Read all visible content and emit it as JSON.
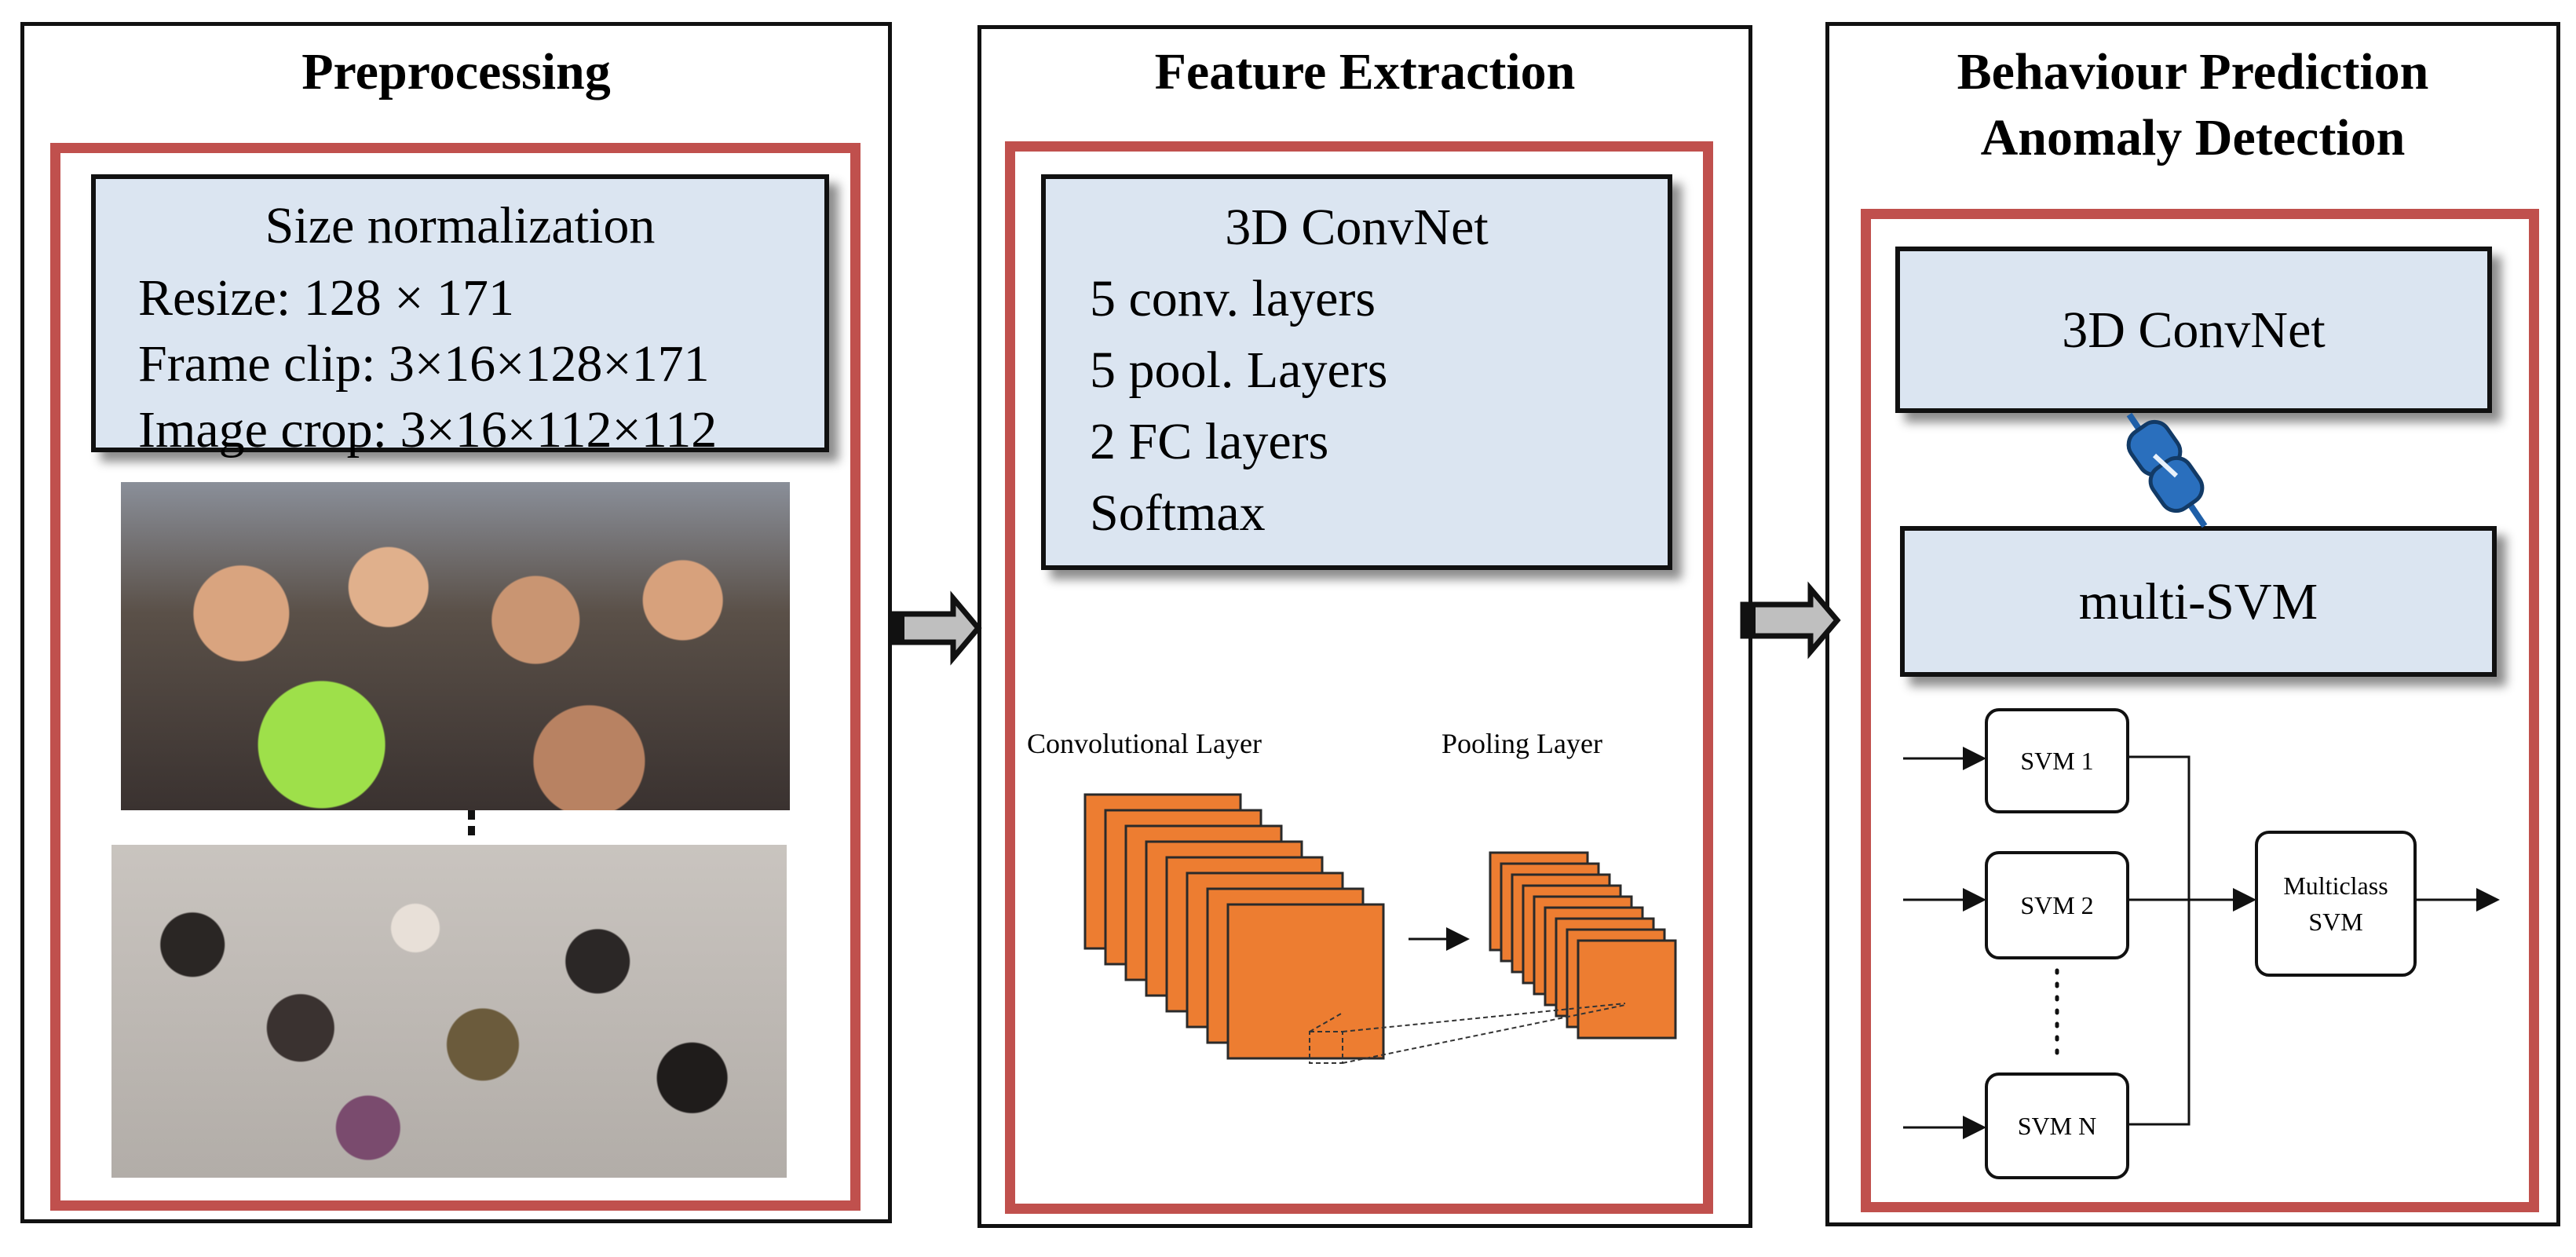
{
  "preprocessing": {
    "title": "Preprocessing",
    "box": {
      "heading": "Size normalization",
      "lines": [
        "Resize: 128 × 171",
        "Frame clip: 3×16×128×171",
        "Image crop: 3×16×112×112"
      ]
    },
    "images": [
      "crowd-closeup-photo",
      "crowd-aerial-photo"
    ]
  },
  "feature_extraction": {
    "title": "Feature Extraction",
    "box": {
      "heading": "3D ConvNet",
      "lines": [
        "5 conv. layers",
        "5 pool. Layers",
        "2 FC layers",
        "Softmax"
      ]
    },
    "conv_label": "Convolutional Layer",
    "pool_label": "Pooling Layer",
    "colors": {
      "layer_fill": "#ed7d31",
      "layer_stroke": "#2a2a2a"
    }
  },
  "prediction": {
    "title_line1": "Behaviour Prediction",
    "title_line2": "Anomaly Detection",
    "convnet_label": "3D ConvNet",
    "svm_label": "multi-SVM",
    "svm_boxes": [
      "SVM 1",
      "SVM 2",
      "SVM N"
    ],
    "multiclass_line1": "Multiclass",
    "multiclass_line2": "SVM",
    "link_icon": "chain-link-icon"
  },
  "colors": {
    "panel_border": "#111111",
    "inner_border": "#c0504d",
    "box_fill": "#dbe5f1"
  }
}
